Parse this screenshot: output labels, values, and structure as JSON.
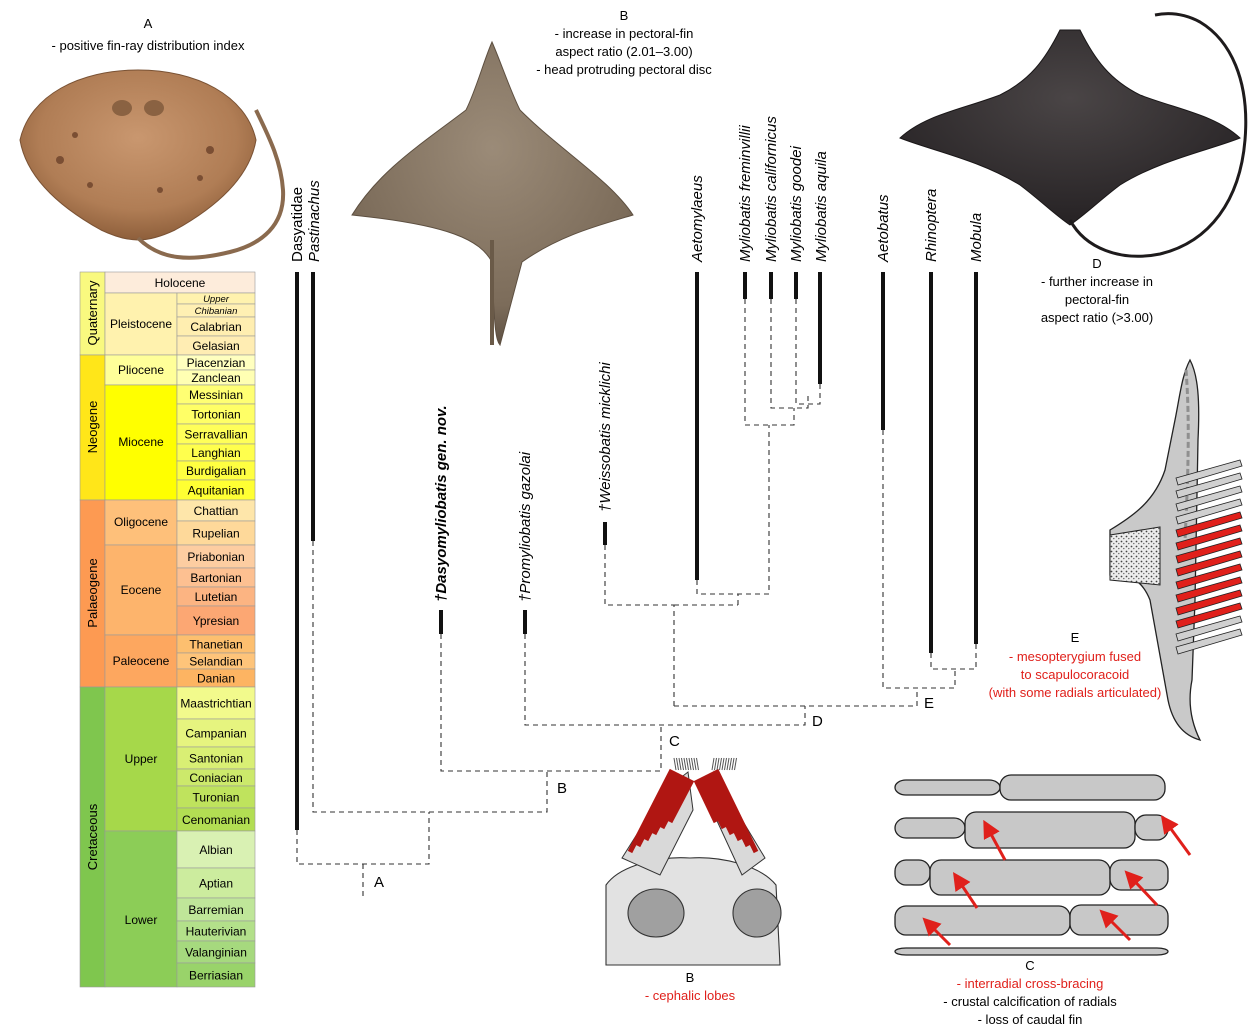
{
  "captions": {
    "a": {
      "letter": "A",
      "line1": "- positive fin-ray distribution index"
    },
    "b_top": {
      "letter": "B",
      "line1": "- increase in pectoral-fin",
      "line2": "aspect ratio (2.01–3.00)",
      "line3": "- head protruding pectoral disc"
    },
    "d": {
      "letter": "D",
      "line1": "- further increase in",
      "line2": "pectoral-fin",
      "line3": "aspect ratio (>3.00)"
    },
    "e": {
      "letter": "E",
      "line1": "- mesopterygium fused",
      "line2": "to scapulocoracoid",
      "line3": "(with some radials articulated)"
    },
    "b_bottom": {
      "letter": "B",
      "line1": "- cephalic lobes"
    },
    "c": {
      "letter": "C",
      "line1": "- interradial cross-bracing",
      "line2": "- crustal calcification of radials",
      "line3": "- loss of caudal fin"
    }
  },
  "node_labels": {
    "a": "A",
    "b": "B",
    "c": "C",
    "d": "D",
    "e": "E"
  },
  "taxa": [
    {
      "label": "Dasyatidae",
      "italic": false,
      "bold": false
    },
    {
      "label": "Pastinachus",
      "italic": true,
      "bold": false
    },
    {
      "label": "†Dasyomyliobatis gen. nov.",
      "italic": true,
      "bold": true
    },
    {
      "label": "†Promyliobatis gazolai",
      "italic": true,
      "bold": false
    },
    {
      "label": "†Weissobatis micklichi",
      "italic": true,
      "bold": false
    },
    {
      "label": "Aetomylaeus",
      "italic": true,
      "bold": false
    },
    {
      "label": "Myliobatis freminvillii",
      "italic": true,
      "bold": false
    },
    {
      "label": "Myliobatis californicus",
      "italic": true,
      "bold": false
    },
    {
      "label": "Myliobatis goodei",
      "italic": true,
      "bold": false
    },
    {
      "label": "Myliobatis aquila",
      "italic": true,
      "bold": false
    },
    {
      "label": "Aetobatus",
      "italic": true,
      "bold": false
    },
    {
      "label": "Rhinoptera",
      "italic": true,
      "bold": false
    },
    {
      "label": "Mobula",
      "italic": true,
      "bold": false
    }
  ],
  "timescale": {
    "periods": [
      "Quaternary",
      "Neogene",
      "Palaeogene",
      "Cretaceous"
    ],
    "epochs": [
      "Holocene",
      "Pleistocene",
      "Pliocene",
      "Miocene",
      "Oligocene",
      "Eocene",
      "Paleocene",
      "Upper",
      "Lower"
    ],
    "stages": [
      "Upper",
      "Chibanian",
      "Calabrian",
      "Gelasian",
      "Piacenzian",
      "Zanclean",
      "Messinian",
      "Tortonian",
      "Serravallian",
      "Langhian",
      "Burdigalian",
      "Aquitanian",
      "Chattian",
      "Rupelian",
      "Priabonian",
      "Bartonian",
      "Lutetian",
      "Ypresian",
      "Thanetian",
      "Selandian",
      "Danian",
      "Maastrichtian",
      "Campanian",
      "Santonian",
      "Coniacian",
      "Turonian",
      "Cenomanian",
      "Albian",
      "Aptian",
      "Barremian",
      "Hauterivian",
      "Valanginian",
      "Berriasian"
    ]
  },
  "colors": {
    "highlight_red": "#e0201b",
    "quaternary": "#f9f97f",
    "neogene": "#ffe619",
    "palaeogene": "#fd9a52",
    "cretaceous": "#7fc64e"
  }
}
